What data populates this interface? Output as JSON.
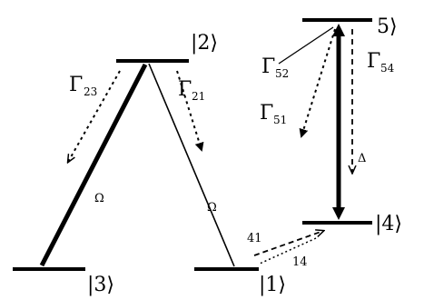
{
  "levels": {
    "level1": "|1⟩",
    "level2": "|2⟩",
    "level3": "|3⟩",
    "level4": "|4⟩",
    "level5": "5⟩"
  },
  "rates": {
    "gamma_sym": "Γ",
    "g23": "23",
    "g21": "21",
    "g52": "52",
    "g54": "54",
    "g51": "51",
    "g41": "41",
    "g14": "14"
  },
  "couplings": {
    "left_label": "Ω",
    "right_label": "Ω",
    "delta_label": "Δ"
  }
}
